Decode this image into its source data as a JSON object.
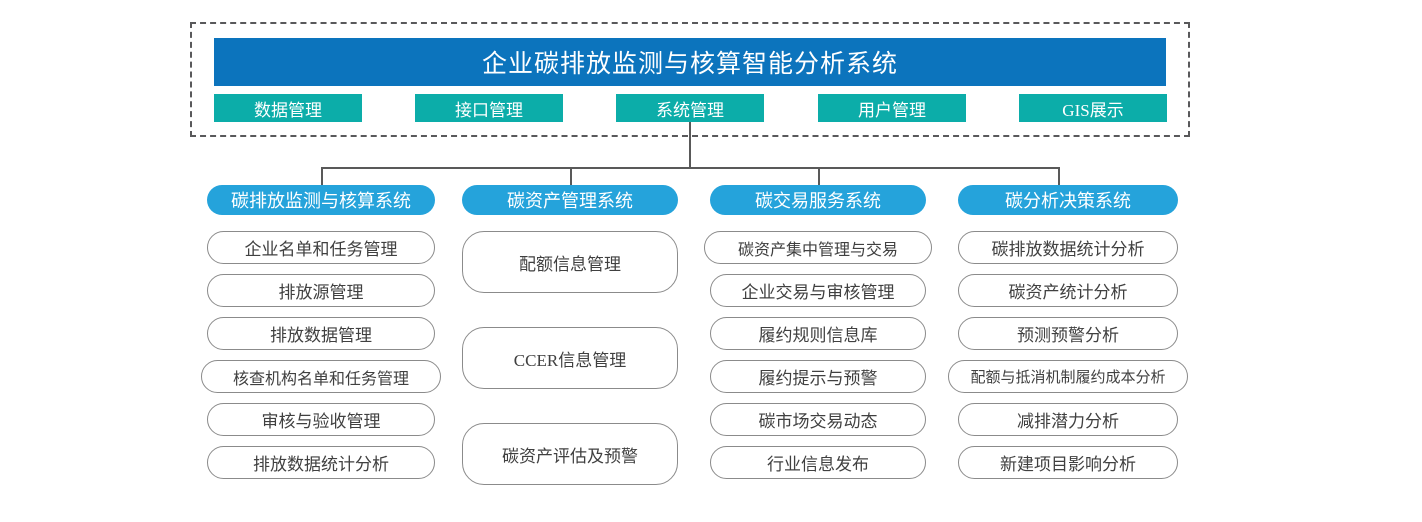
{
  "header": {
    "title": "企业碳排放监测与核算智能分析系统",
    "nav": [
      {
        "label": "数据管理"
      },
      {
        "label": "接口管理"
      },
      {
        "label": "系统管理"
      },
      {
        "label": "用户管理"
      },
      {
        "label": "GIS展示"
      }
    ]
  },
  "columns": [
    {
      "title": "碳排放监测与核算系统",
      "nodes": [
        "企业名单和任务管理",
        "排放源管理",
        "排放数据管理",
        "核查机构名单和任务管理",
        "审核与验收管理",
        "排放数据统计分析"
      ]
    },
    {
      "title": "碳资产管理系统",
      "nodes": [
        "配额信息管理",
        "CCER信息管理",
        "碳资产评估及预警"
      ]
    },
    {
      "title": "碳交易服务系统",
      "nodes": [
        "碳资产集中管理与交易",
        "企业交易与审核管理",
        "履约规则信息库",
        "履约提示与预警",
        "碳市场交易动态",
        "行业信息发布"
      ]
    },
    {
      "title": "碳分析决策系统",
      "nodes": [
        "碳排放数据统计分析",
        "碳资产统计分析",
        "预测预警分析",
        "配额与抵消机制履约成本分析",
        "减排潜力分析",
        "新建项目影响分析"
      ]
    }
  ],
  "colors": {
    "title_bar": "#0c74bd",
    "nav_button": "#0cada9",
    "system_header": "#25a3db",
    "connector": "#595959",
    "node_border": "#8b8b8b",
    "frame_dash": "#59595b"
  }
}
